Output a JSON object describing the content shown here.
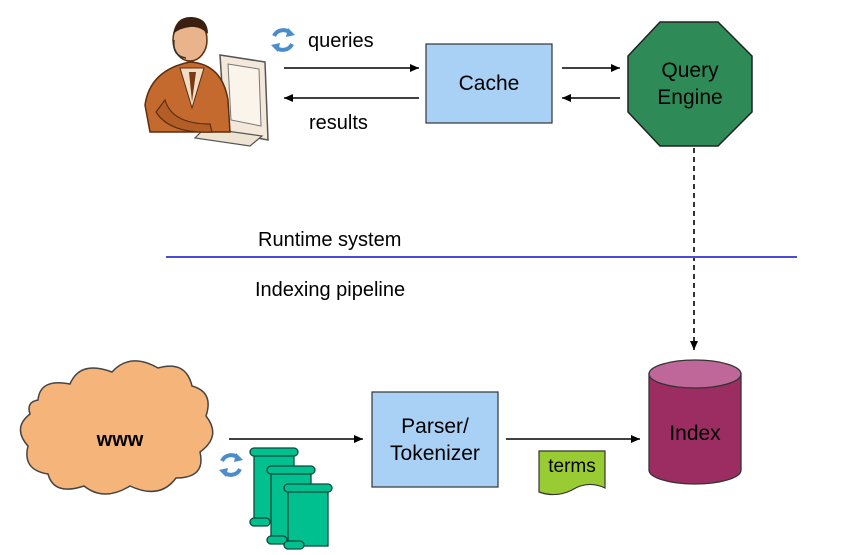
{
  "labels": {
    "queries": "queries",
    "results": "results",
    "runtime": "Runtime system",
    "indexing": "Indexing pipeline"
  },
  "nodes": {
    "cache": "Cache",
    "query_engine_line1": "Query",
    "query_engine_line2": "Engine",
    "index": "Index",
    "parser_line1": "Parser/",
    "parser_line2": "Tokenizer",
    "terms": "terms",
    "www": "www"
  },
  "colors": {
    "cache_fill": "#a9d0f5",
    "query_engine_fill": "#2e8b57",
    "index_body": "#9b2d62",
    "index_top": "#c0679a",
    "parser_fill": "#a9d0f5",
    "terms_fill": "#99cc33",
    "cloud_fill": "#f5b479",
    "documents_fill": "#00c090",
    "divider": "#4a4adc",
    "refresh_icon": "#4a8ccc"
  },
  "icons": {
    "user": "user-at-computer-icon",
    "refresh": "refresh-icon",
    "documents": "documents-scrolls-icon"
  }
}
